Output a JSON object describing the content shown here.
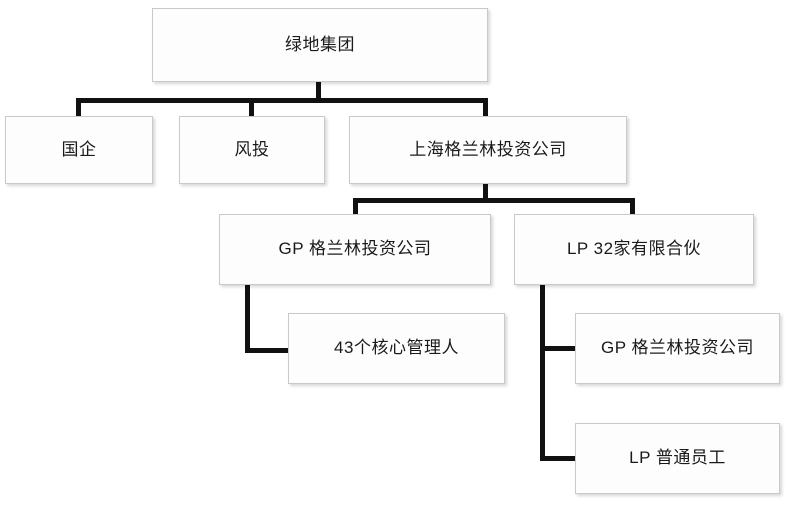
{
  "diagram": {
    "type": "organization-chart",
    "title_text": "",
    "style": {
      "box_fill": "#fdfdfd",
      "box_border": "#c9c9c9",
      "connector_color": "#111111",
      "text_color": "#1a1a1a",
      "background": "#ffffff"
    },
    "nodes": [
      {
        "id": "root",
        "label": "绿地集团",
        "level": 1
      },
      {
        "id": "soe",
        "label": "国企",
        "level": 2
      },
      {
        "id": "vc",
        "label": "风投",
        "level": 2
      },
      {
        "id": "shgll",
        "label": "上海格兰林投资公司",
        "level": 2
      },
      {
        "id": "gp_gll",
        "label": "GP 格兰林投资公司",
        "level": 3
      },
      {
        "id": "lp32",
        "label": "LP 32家有限合伙",
        "level": 3
      },
      {
        "id": "core43",
        "label": "43个核心管理人",
        "level": 4
      },
      {
        "id": "gp_gll_2",
        "label": "GP 格兰林投资公司",
        "level": 4
      },
      {
        "id": "lp_staff",
        "label": "LP 普通员工",
        "level": 5
      }
    ],
    "edges": [
      {
        "from": "root",
        "to": "soe"
      },
      {
        "from": "root",
        "to": "vc"
      },
      {
        "from": "root",
        "to": "shgll"
      },
      {
        "from": "shgll",
        "to": "gp_gll"
      },
      {
        "from": "shgll",
        "to": "lp32"
      },
      {
        "from": "gp_gll",
        "to": "core43"
      },
      {
        "from": "lp32",
        "to": "gp_gll_2"
      },
      {
        "from": "lp32",
        "to": "lp_staff"
      }
    ]
  }
}
